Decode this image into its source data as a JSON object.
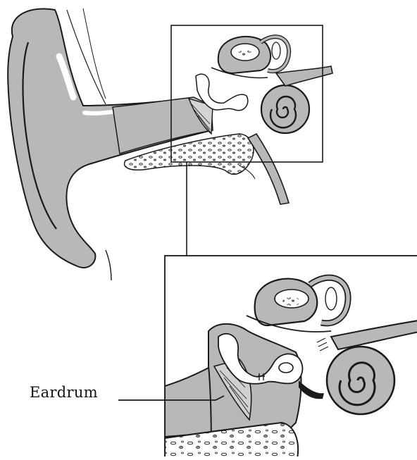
{
  "diagram": {
    "labels": {
      "eardrum": "Eardrum"
    },
    "colors": {
      "tissue_fill": "#b8b8b8",
      "outline": "#1a1a1a",
      "bone_fill": "#ffffff",
      "highlight": "#ffffff",
      "background": "#ffffff"
    },
    "parts": [
      "outer-ear",
      "ear-canal",
      "eardrum",
      "ossicles",
      "semicircular-canals",
      "cochlea",
      "auditory-nerve",
      "temporal-bone"
    ]
  }
}
